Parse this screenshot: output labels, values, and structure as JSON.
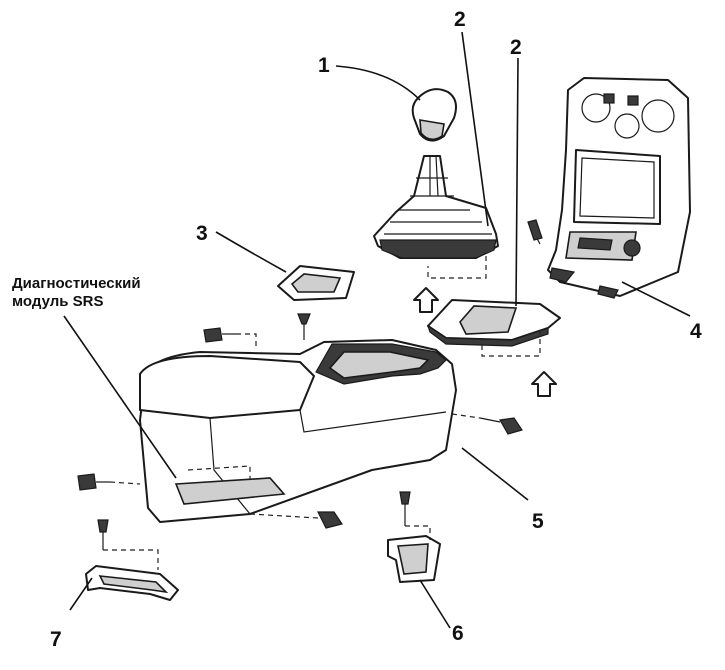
{
  "diagram": {
    "srs_label_line1": "Диагностический",
    "srs_label_line2": "модуль SRS",
    "callouts": {
      "knob": "1",
      "boot_top": "2",
      "boot_bottom": "2",
      "cup": "3",
      "panel": "4",
      "console": "5",
      "bracket_right": "6",
      "bracket_left": "7"
    }
  }
}
